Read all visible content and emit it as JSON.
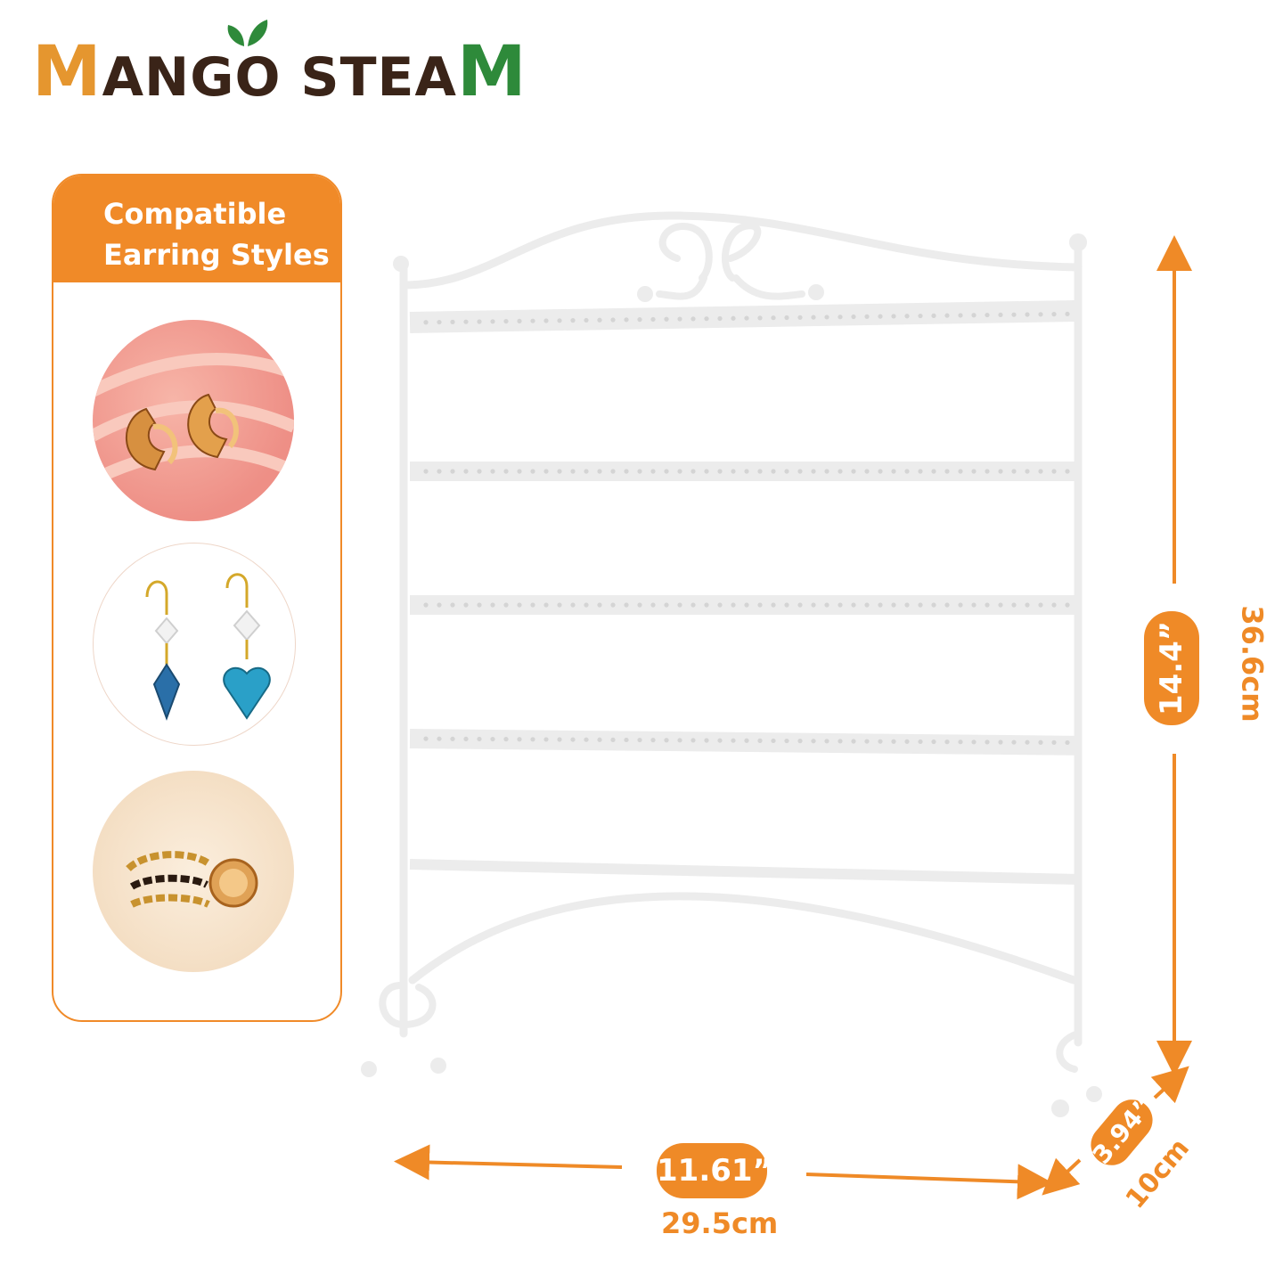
{
  "brand": {
    "part1": "M",
    "part2": "ANGO STEA",
    "part3": "M"
  },
  "panel": {
    "title_line1": "Compatible",
    "title_line2": "Earring Styles"
  },
  "dimensions": {
    "width_in": "11.61”",
    "width_cm": "29.5cm",
    "height_in": "14.4”",
    "height_cm": "36.6cm",
    "depth_in": "3.94”",
    "depth_cm": "10cm"
  },
  "colors": {
    "brand_orange": "#e5962f",
    "brand_green": "#2e8a3a",
    "accent": "#ef8a27"
  }
}
